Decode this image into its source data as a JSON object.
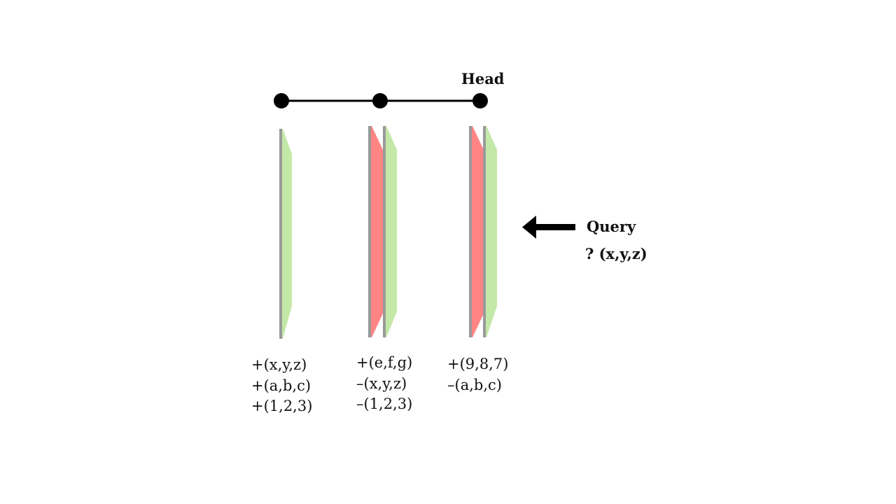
{
  "head_label": "Head",
  "query": {
    "title": "Query",
    "value": "? (x,y,z)"
  },
  "versions": [
    {
      "operations": [
        "+(x,y,z)",
        "+(a,b,c)",
        "+(1,2,3)"
      ]
    },
    {
      "operations": [
        "+(e,f,g)",
        "–(x,y,z)",
        "–(1,2,3)"
      ]
    },
    {
      "operations": [
        "+(9,8,7)",
        "–(a,b,c)"
      ]
    }
  ],
  "colors": {
    "addition_plane": "#c4e8a8",
    "deletion_plane": "#ff8484",
    "plane_edge": "#9a9a9a",
    "node": "#000000",
    "arrow": "#000000"
  }
}
